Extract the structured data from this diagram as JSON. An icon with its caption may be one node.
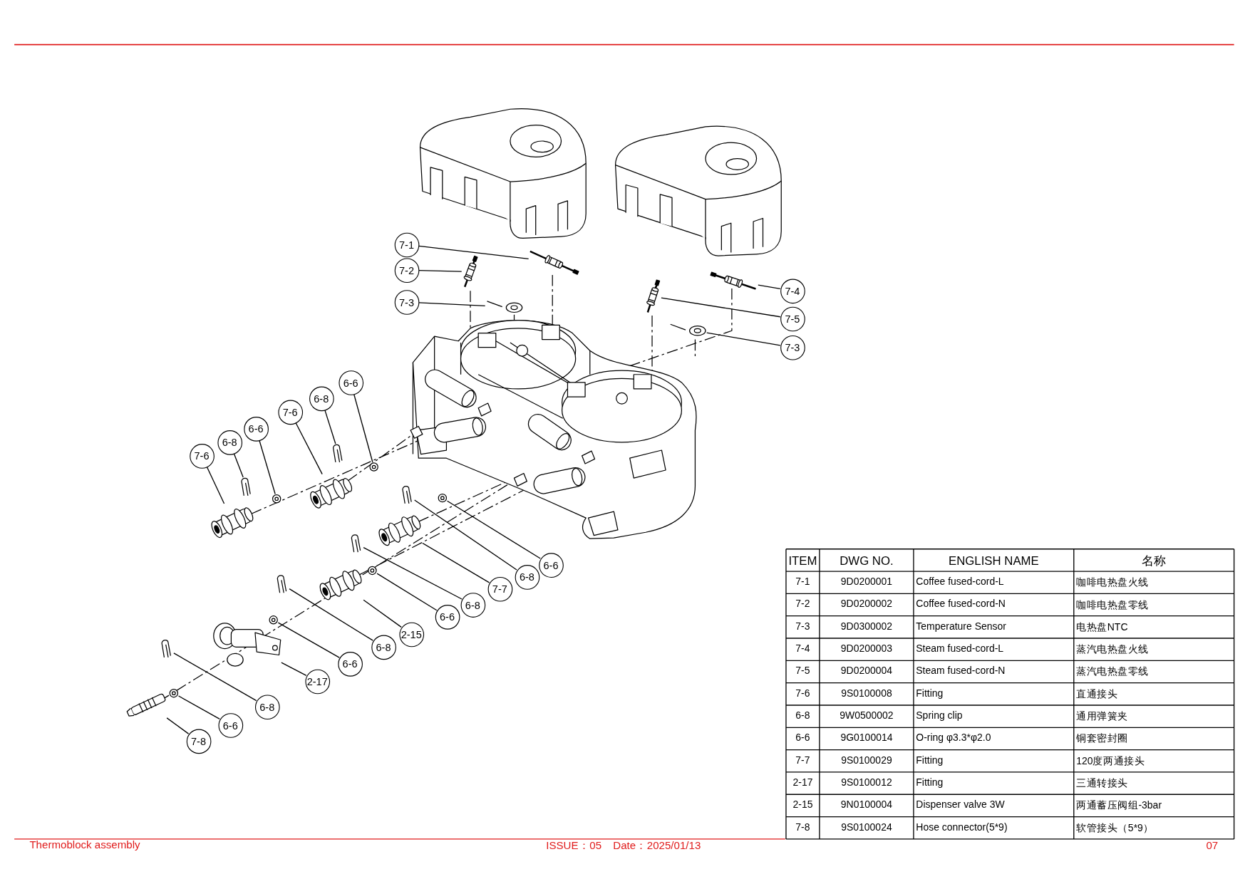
{
  "diagram": {
    "title": "Thermoblock assembly",
    "nodes": [
      {
        "text": [
          "7-1"
        ]
      },
      {
        "text": [
          "7-2"
        ]
      },
      {
        "text": [
          "7-3"
        ]
      },
      {
        "text": [
          "7-4"
        ]
      },
      {
        "text": [
          "7-5"
        ]
      },
      {
        "text": [
          "7-3"
        ]
      },
      {
        "text": [
          "6-6"
        ]
      },
      {
        "text": [
          "6-8"
        ]
      },
      {
        "text": [
          "7-6"
        ]
      },
      {
        "text": [
          "6-6"
        ]
      },
      {
        "text": [
          "6-8"
        ]
      },
      {
        "text": [
          "7-6"
        ]
      },
      {
        "text": [
          "6-6"
        ]
      },
      {
        "text": [
          "6-8"
        ]
      },
      {
        "text": [
          "7-7"
        ]
      },
      {
        "text": [
          "6-8"
        ]
      },
      {
        "text": [
          "6-6"
        ]
      },
      {
        "text": [
          "2-15"
        ]
      },
      {
        "text": [
          "6-8"
        ]
      },
      {
        "text": [
          "6-6"
        ]
      },
      {
        "text": [
          "2-17"
        ]
      },
      {
        "text": [
          "6-8"
        ]
      },
      {
        "text": [
          "6-6"
        ]
      },
      {
        "text": [
          "7-8"
        ]
      },
      {
        "text": [],
        "shape": "picture"
      },
      {
        "text": [],
        "shape": "picture"
      },
      {
        "text": [],
        "shape": "picture"
      },
      {
        "text": [],
        "shape": "picture"
      },
      {
        "text": [],
        "shape": "picture"
      },
      {
        "text": [],
        "shape": "picture"
      },
      {
        "text": [],
        "shape": "picture"
      },
      {
        "text": [],
        "shape": "picture"
      },
      {
        "text": [],
        "shape": "picture"
      },
      {
        "text": [],
        "shape": "picture"
      },
      {
        "text": [],
        "shape": "picture"
      },
      {
        "text": [],
        "shape": "picture"
      },
      {
        "text": [],
        "shape": "picture"
      },
      {
        "text": [],
        "shape": "picture"
      },
      {
        "text": [],
        "shape": "picture"
      },
      {
        "text": [],
        "shape": "picture"
      },
      {
        "text": [],
        "shape": "picture"
      },
      {
        "text": [],
        "shape": "picture"
      },
      {
        "text": [],
        "shape": "picture"
      },
      {
        "text": [],
        "shape": "picture"
      },
      {
        "text": [],
        "shape": "picture"
      },
      {
        "text": [],
        "shape": "picture"
      },
      {
        "text": [],
        "shape": "picture"
      },
      {
        "text": [],
        "shape": "picture"
      }
    ],
    "edges": [
      {
        "from": 0,
        "to": 24,
        "arrow": "none"
      },
      {
        "from": 1,
        "to": 25,
        "arrow": "none"
      },
      {
        "from": 2,
        "to": 26,
        "arrow": "none"
      },
      {
        "from": 3,
        "to": 27,
        "arrow": "none"
      },
      {
        "from": 4,
        "to": 28,
        "arrow": "none"
      },
      {
        "from": 5,
        "to": 29,
        "arrow": "none"
      },
      {
        "from": 6,
        "to": 30,
        "arrow": "none"
      },
      {
        "from": 7,
        "to": 31,
        "arrow": "none"
      },
      {
        "from": 8,
        "to": 32,
        "arrow": "none"
      },
      {
        "from": 9,
        "to": 33,
        "arrow": "none"
      },
      {
        "from": 10,
        "to": 34,
        "arrow": "none"
      },
      {
        "from": 11,
        "to": 35,
        "arrow": "none"
      },
      {
        "from": 12,
        "to": 36,
        "arrow": "none"
      },
      {
        "from": 13,
        "to": 37,
        "arrow": "none"
      },
      {
        "from": 14,
        "to": 38,
        "arrow": "none"
      },
      {
        "from": 15,
        "to": 39,
        "arrow": "none"
      },
      {
        "from": 16,
        "to": 40,
        "arrow": "none"
      },
      {
        "from": 17,
        "to": 41,
        "arrow": "none"
      },
      {
        "from": 18,
        "to": 42,
        "arrow": "none"
      },
      {
        "from": 19,
        "to": 43,
        "arrow": "none"
      },
      {
        "from": 20,
        "to": 44,
        "arrow": "none"
      },
      {
        "from": 21,
        "to": 45,
        "arrow": "none"
      },
      {
        "from": 22,
        "to": 46,
        "arrow": "none"
      },
      {
        "from": 23,
        "to": 47,
        "arrow": "none"
      }
    ],
    "labels": [
      "ITEM",
      "DWG NO.",
      "ENGLISH NAME",
      "名称",
      "7-1",
      "9D0200001",
      "Coffee fused-cord-L",
      "咖啡电热盘火线",
      "7-2",
      "9D0200002",
      "Coffee fused-cord-N",
      "咖啡电热盘零线",
      "7-3",
      "9D0300002",
      "Temperature Sensor",
      "电热盘NTC",
      "7-4",
      "9D0200003",
      "Steam fused-cord-L",
      "蒸汽电热盘火线",
      "7-5",
      "9D0200004",
      "Steam fused-cord-N",
      "蒸汽电热盘零线",
      "7-6",
      "9S0100008",
      "Fitting",
      "直通接头",
      "6-8",
      "9W0500002",
      "Spring clip",
      "通用弹簧夹",
      "6-6",
      "9G0100014",
      "O-ring φ3.3*φ2.0",
      "铜套密封圈",
      "7-7",
      "9S0100029",
      "Fitting",
      "120度两通接头",
      "2-17",
      "9S0100012",
      "Fitting",
      "三通转接头",
      "2-15",
      "9N0100004",
      "Dispenser valve 3W",
      "两通蓄压阀组-3bar",
      "7-8",
      "9S0100024",
      "Hose connector(5*9)",
      "软管接头（5*9）",
      "ISSUE：05",
      "Date：2025/01/13",
      "07"
    ]
  }
}
